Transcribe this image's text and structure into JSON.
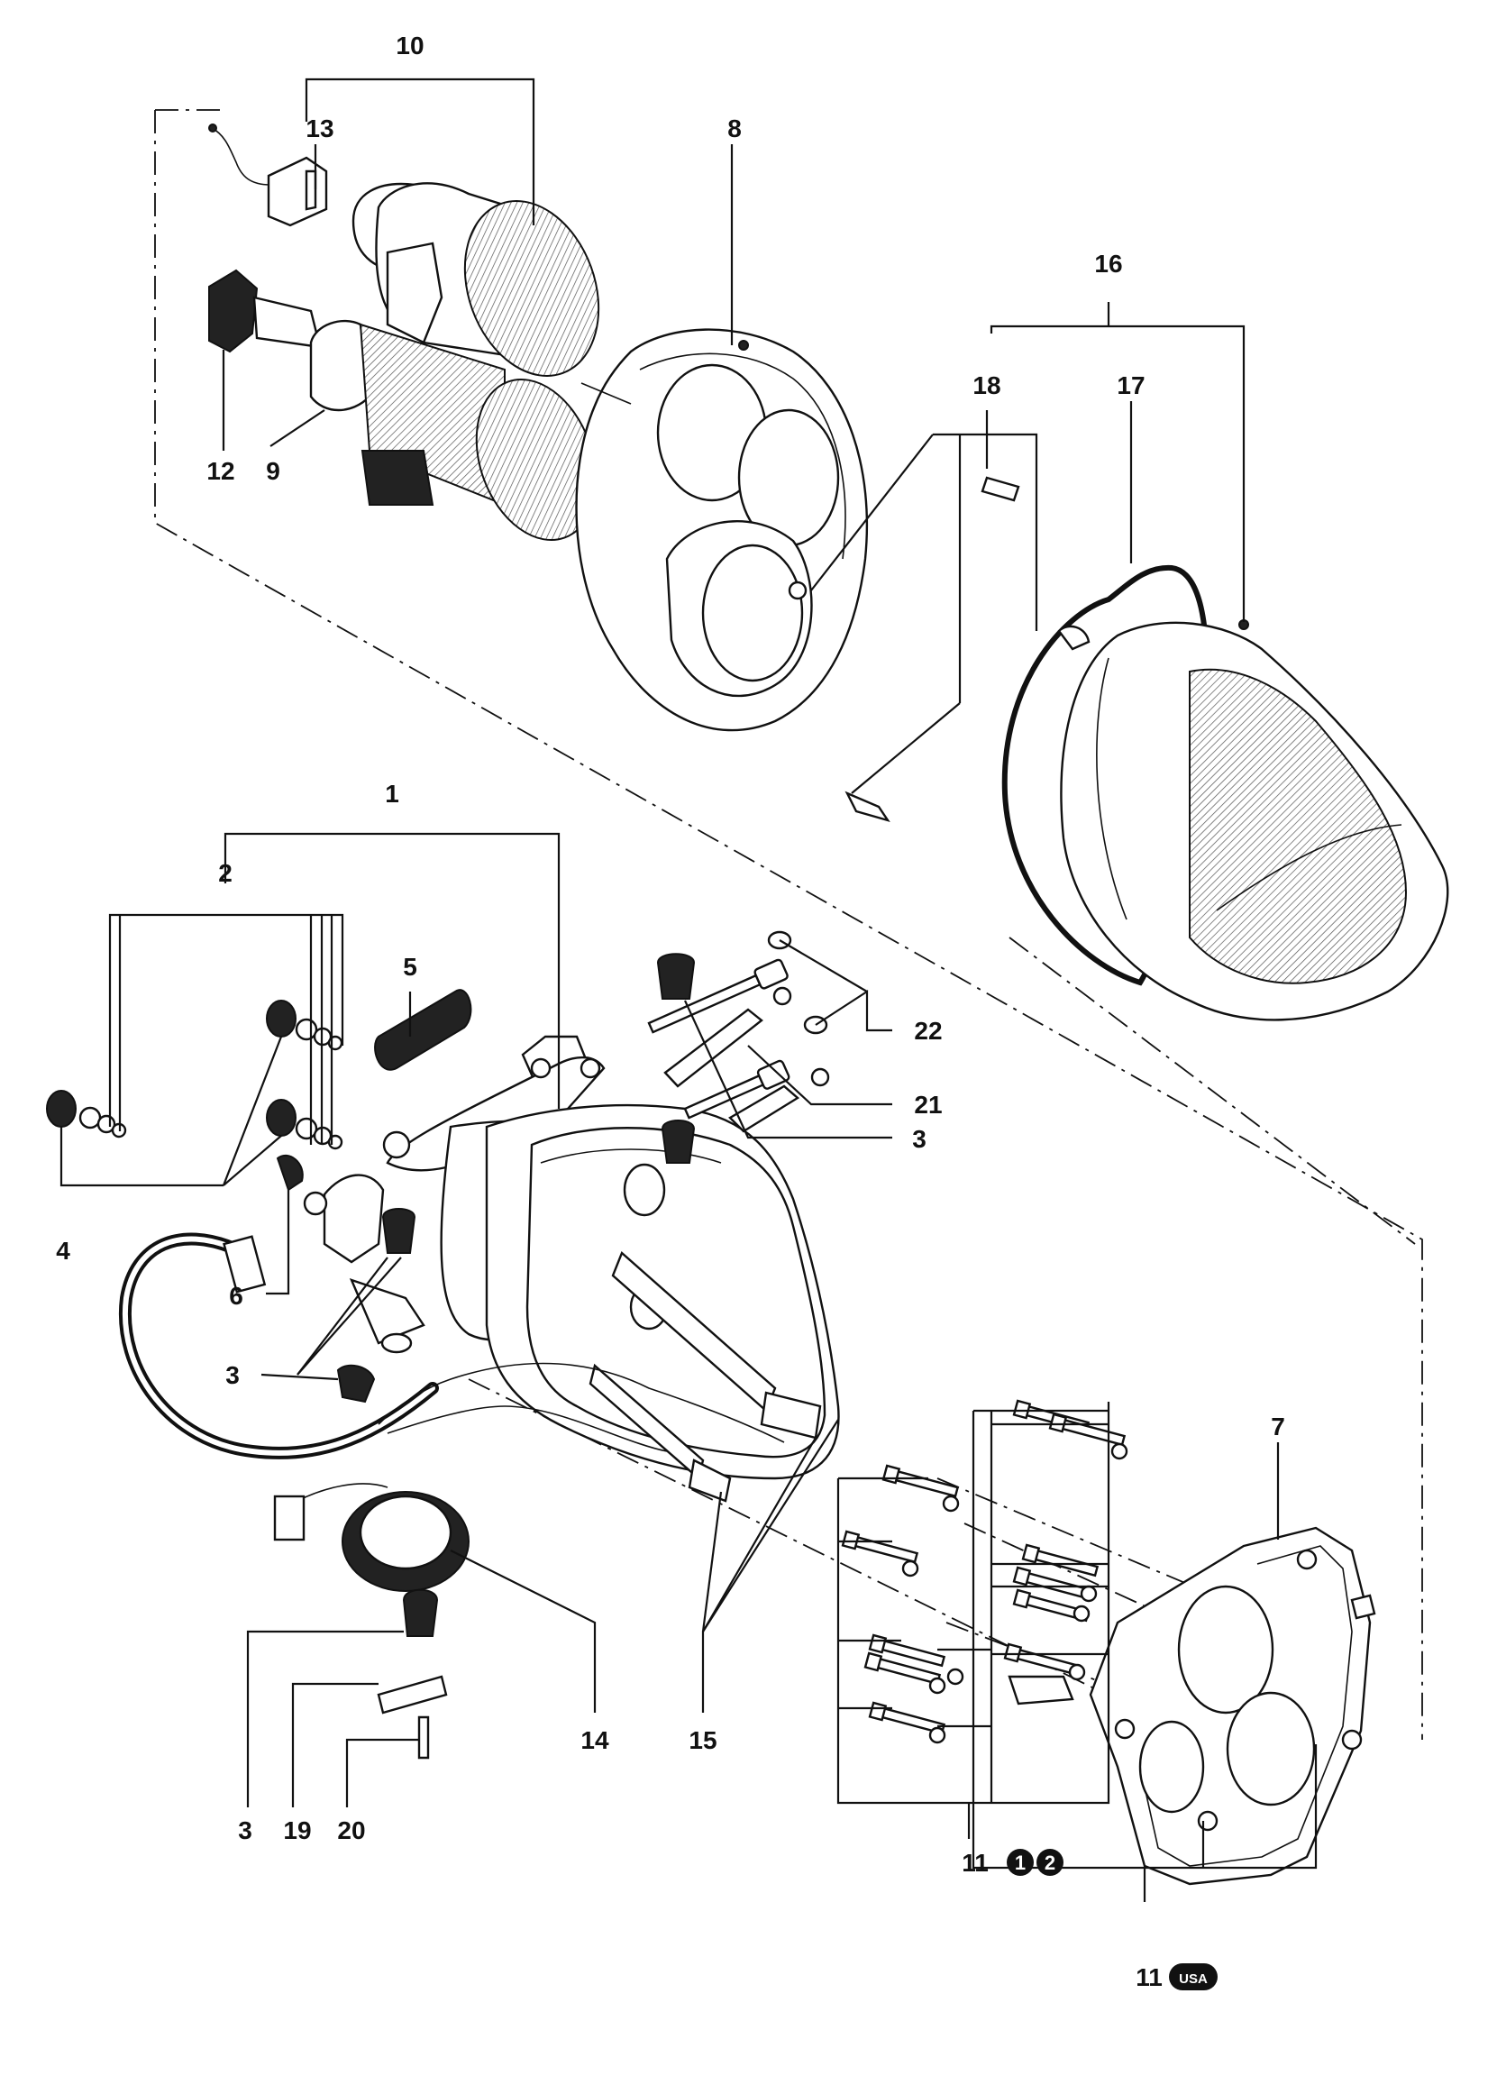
{
  "labels": {
    "p1": "1",
    "p2": "2",
    "p3a": "3",
    "p3b": "3",
    "p3c": "3",
    "p4": "4",
    "p5": "5",
    "p6": "6",
    "p7": "7",
    "p8": "8",
    "p9": "9",
    "p10": "10",
    "p11": "11",
    "p11usa": "11",
    "p12": "12",
    "p13": "13",
    "p14": "14",
    "p15": "15",
    "p16": "16",
    "p17": "17",
    "p18": "18",
    "p19": "19",
    "p20": "20",
    "p21": "21",
    "p22": "22"
  },
  "badges": {
    "b1": "1",
    "b2": "2",
    "usa": "USA"
  }
}
